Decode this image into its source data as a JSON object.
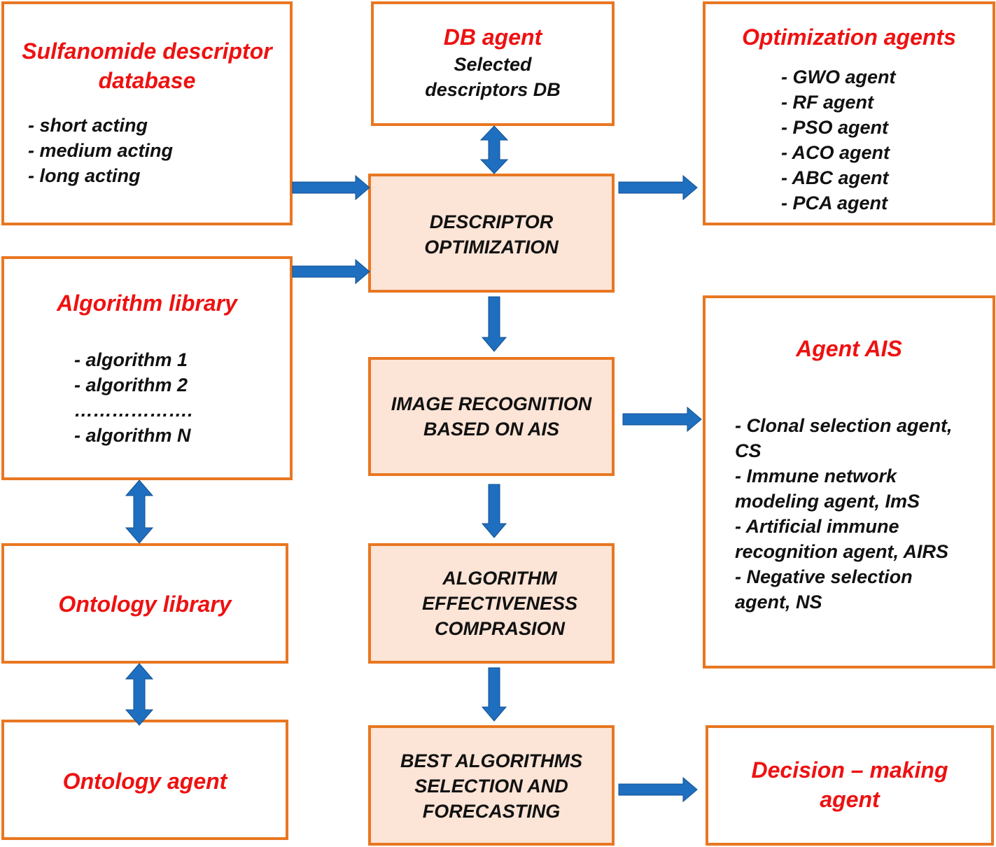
{
  "sulfanomide_db": {
    "title_lines": [
      "Sulfanomide descriptor",
      "database"
    ],
    "items": [
      "- short acting",
      "- medium acting",
      "- long acting"
    ]
  },
  "db_agent": {
    "title": "DB agent",
    "sub_lines": [
      "Selected",
      "descriptors DB"
    ]
  },
  "optimization_agents": {
    "title": "Optimization agents",
    "items": [
      "- GWO agent",
      "- RF agent",
      "- PSO agent",
      "- ACO agent",
      "- ABC agent",
      "- PCA agent"
    ]
  },
  "algorithm_library": {
    "title": "Algorithm library",
    "items": [
      "- algorithm 1",
      "- algorithm 2",
      "……………….",
      "- algorithm N"
    ]
  },
  "ontology_library": {
    "title": "Ontology library"
  },
  "ontology_agent": {
    "title": "Ontology agent"
  },
  "descriptor_optimization": {
    "lines": [
      "DESCRIPTOR",
      "OPTIMIZATION"
    ]
  },
  "image_recognition": {
    "lines": [
      "IMAGE RECOGNITION",
      "BASED ON AIS"
    ]
  },
  "algorithm_effectiveness": {
    "lines": [
      "ALGORITHM",
      "EFFECTIVENESS",
      "COMPRASION"
    ]
  },
  "best_algorithms": {
    "lines": [
      "BEST ALGORITHMS",
      "SELECTION AND",
      "FORECASTING"
    ]
  },
  "agent_ais": {
    "title": "Agent AIS",
    "items": [
      "- Clonal selection agent,",
      "CS",
      "-  Immune network",
      "modeling agent, ImS",
      "- Artificial immune",
      "recognition agent, AIRS",
      "- Negative selection",
      "agent, NS"
    ]
  },
  "decision_agent": {
    "title_lines": [
      "Decision – making",
      "agent"
    ]
  },
  "colors": {
    "border": "#e87722",
    "process_fill": "#fce4d6",
    "title": "#ee1111",
    "arrow": "#1f6fc0"
  }
}
